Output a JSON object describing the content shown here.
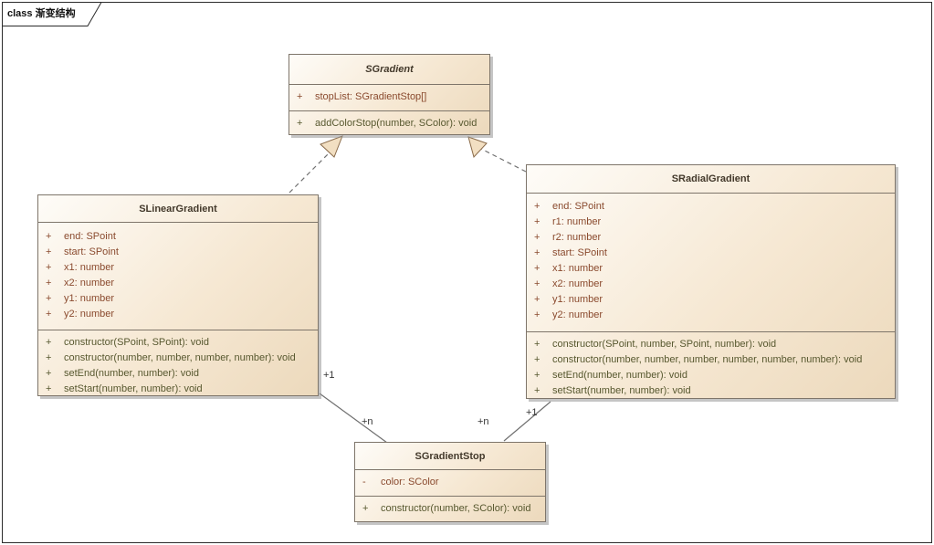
{
  "frame": {
    "label": "class 渐变结构"
  },
  "classes": [
    {
      "name": "SGradient",
      "abstract": true,
      "attributes": [
        {
          "v": "+",
          "t": "stopList: SGradientStop[]"
        }
      ],
      "operations": [
        {
          "v": "+",
          "t": "addColorStop(number, SColor): void"
        }
      ]
    },
    {
      "name": "SLinearGradient",
      "abstract": false,
      "attributes": [
        {
          "v": "+",
          "t": "end: SPoint"
        },
        {
          "v": "+",
          "t": "start: SPoint"
        },
        {
          "v": "+",
          "t": "x1: number"
        },
        {
          "v": "+",
          "t": "x2: number"
        },
        {
          "v": "+",
          "t": "y1: number"
        },
        {
          "v": "+",
          "t": "y2: number"
        }
      ],
      "operations": [
        {
          "v": "+",
          "t": "constructor(SPoint, SPoint): void"
        },
        {
          "v": "+",
          "t": "constructor(number, number, number, number): void"
        },
        {
          "v": "+",
          "t": "setEnd(number, number): void"
        },
        {
          "v": "+",
          "t": "setStart(number, number): void"
        }
      ]
    },
    {
      "name": "SRadialGradient",
      "abstract": false,
      "attributes": [
        {
          "v": "+",
          "t": "end: SPoint"
        },
        {
          "v": "+",
          "t": "r1: number"
        },
        {
          "v": "+",
          "t": "r2: number"
        },
        {
          "v": "+",
          "t": "start: SPoint"
        },
        {
          "v": "+",
          "t": "x1: number"
        },
        {
          "v": "+",
          "t": "x2: number"
        },
        {
          "v": "+",
          "t": "y1: number"
        },
        {
          "v": "+",
          "t": "y2: number"
        }
      ],
      "operations": [
        {
          "v": "+",
          "t": "constructor(SPoint, number, SPoint, number): void"
        },
        {
          "v": "+",
          "t": "constructor(number, number, number, number, number, number): void"
        },
        {
          "v": "+",
          "t": "setEnd(number, number): void"
        },
        {
          "v": "+",
          "t": "setStart(number, number): void"
        }
      ]
    },
    {
      "name": "SGradientStop",
      "abstract": false,
      "attributes": [
        {
          "v": "-",
          "t": "color: SColor"
        }
      ],
      "operations": [
        {
          "v": "+",
          "t": "constructor(number, SColor): void"
        }
      ]
    }
  ],
  "relationships": [
    {
      "type": "realization",
      "style": "dashed-hollow-triangle",
      "from": "SLinearGradient",
      "to": "SGradient"
    },
    {
      "type": "realization",
      "style": "dashed-hollow-triangle",
      "from": "SRadialGradient",
      "to": "SGradient"
    },
    {
      "type": "association",
      "style": "solid",
      "from": "SLinearGradient",
      "to": "SGradientStop",
      "source_multiplicity": "+1",
      "target_multiplicity": "+n"
    },
    {
      "type": "association",
      "style": "solid",
      "from": "SRadialGradient",
      "to": "SGradientStop",
      "source_multiplicity": "+1",
      "target_multiplicity": "+n"
    }
  ],
  "colors": {
    "background": "#ffffff",
    "box_fill_light": "#fefcf8",
    "box_fill_dark": "#ecd9bc",
    "box_border": "#7e756a",
    "title_text": "#43392b",
    "attribute_text": "#8a4a2e",
    "operation_text": "#57582f",
    "connector": "#707070",
    "arrowhead_fill": "#f2dfc2",
    "arrowhead_border": "#8a6b4a",
    "multiplicity_text": "#333333",
    "frame_border": "#2b2b2b"
  }
}
